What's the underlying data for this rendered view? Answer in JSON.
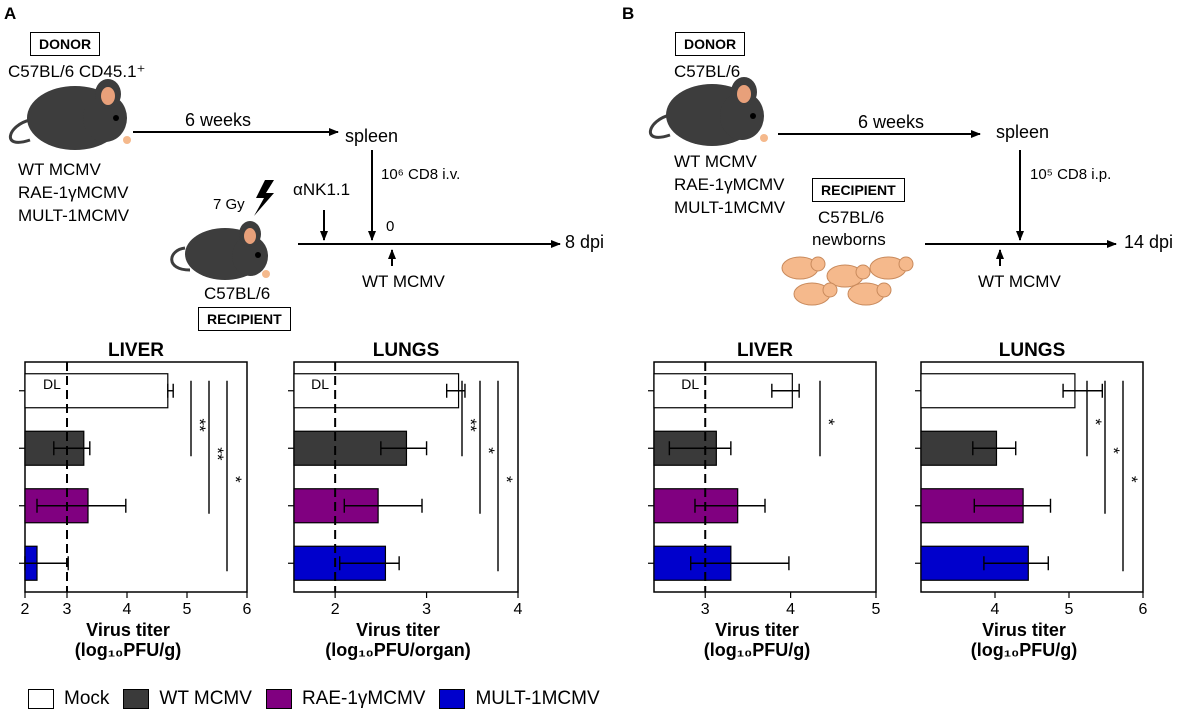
{
  "colors": {
    "mock": "#ffffff",
    "wt": "#3a3a3a",
    "rae": "#800080",
    "mult": "#0000cc",
    "mouse_dark": "#3d3d3d",
    "mouse_pink": "#f5b98c",
    "ear": "#e8a07a"
  },
  "panelA": {
    "letter": "A",
    "donor_label": "DONOR",
    "donor_strain": "C57BL/6 CD45.1⁺",
    "virus_lines": [
      "WT MCMV",
      "RAE-1γMCMV",
      "MULT-1MCMV"
    ],
    "weeks": "6 weeks",
    "spleen": "spleen",
    "transfer": "10⁶ CD8 i.v.",
    "irradiation": "7 Gy",
    "antibody": "αNK1.1",
    "day0": "0",
    "endpoint": "8 dpi",
    "infection": "WT MCMV",
    "recipient_strain": "C57BL/6",
    "recipient_label": "RECIPIENT"
  },
  "panelB": {
    "letter": "B",
    "donor_label": "DONOR",
    "donor_strain": "C57BL/6",
    "virus_lines": [
      "WT MCMV",
      "RAE-1γMCMV",
      "MULT-1MCMV"
    ],
    "weeks": "6 weeks",
    "spleen": "spleen",
    "transfer": "10⁵ CD8 i.p.",
    "recipient_label": "RECIPIENT",
    "recipient_strain": "C57BL/6",
    "recipient_age": "newborns",
    "endpoint": "14 dpi",
    "infection": "WT MCMV"
  },
  "legend": [
    {
      "label": "Mock",
      "color": "#ffffff"
    },
    {
      "label": "WT MCMV",
      "color": "#3a3a3a"
    },
    {
      "label": "RAE-1γMCMV",
      "color": "#800080"
    },
    {
      "label": "MULT-1MCMV",
      "color": "#0000cc"
    }
  ],
  "chart_data": [
    {
      "type": "bar",
      "title": "LIVER",
      "xlabel_line1": "Virus titer",
      "xlabel_line2": "(log₁₀PFU/g)",
      "xlim": [
        2.3,
        6
      ],
      "ticks": [
        2,
        3,
        4,
        5,
        6
      ],
      "tick_labels": [
        "2",
        "3",
        "4",
        "5",
        "6"
      ],
      "dl": 3,
      "dl_label": "DL",
      "categories": [
        "Mock",
        "WT MCMV",
        "RAE-1γMCMV",
        "MULT-1MCMV"
      ],
      "values": [
        4.68,
        3.28,
        3.35,
        2.5
      ],
      "err_low": [
        4.68,
        2.78,
        2.5,
        2.3
      ],
      "err_high": [
        4.77,
        3.38,
        3.98,
        3.02
      ],
      "sig": [
        {
          "from": 0,
          "to": 1,
          "label": "**"
        },
        {
          "from": 0,
          "to": 2,
          "label": "**"
        },
        {
          "from": 0,
          "to": 3,
          "label": "*"
        }
      ]
    },
    {
      "type": "bar",
      "title": "LUNGS",
      "xlabel_line1": "Virus titer",
      "xlabel_line2": "(log₁₀PFU/organ)",
      "xlim": [
        1.55,
        4
      ],
      "ticks": [
        2,
        3,
        4
      ],
      "tick_labels": [
        "2",
        "3",
        "4"
      ],
      "dl": 2,
      "dl_label": "DL",
      "categories": [
        "Mock",
        "WT MCMV",
        "RAE-1γMCMV",
        "MULT-1MCMV"
      ],
      "values": [
        3.35,
        2.78,
        2.47,
        2.55
      ],
      "err_low": [
        3.22,
        2.5,
        2.1,
        2.05
      ],
      "err_high": [
        3.42,
        3.0,
        2.95,
        2.7
      ],
      "sig": [
        {
          "from": 0,
          "to": 1,
          "label": "**"
        },
        {
          "from": 0,
          "to": 2,
          "label": "*"
        },
        {
          "from": 0,
          "to": 3,
          "label": "*"
        }
      ]
    },
    {
      "type": "bar",
      "title": "LIVER",
      "xlabel_line1": "Virus titer",
      "xlabel_line2": "(log₁₀PFU/g)",
      "xlim": [
        2.4,
        5
      ],
      "ticks": [
        3,
        4,
        5
      ],
      "tick_labels": [
        "3",
        "4",
        "5"
      ],
      "dl": 3,
      "dl_label": "DL",
      "categories": [
        "Mock",
        "WT MCMV",
        "RAE-1γMCMV",
        "MULT-1MCMV"
      ],
      "values": [
        4.02,
        3.13,
        3.38,
        3.3
      ],
      "err_low": [
        3.78,
        2.58,
        2.88,
        2.83
      ],
      "err_high": [
        4.1,
        3.3,
        3.7,
        3.98
      ],
      "sig": [
        {
          "from": 0,
          "to": 1,
          "label": "*"
        }
      ]
    },
    {
      "type": "bar",
      "title": "LUNGS",
      "xlabel_line1": "Virus titer",
      "xlabel_line2": "(log₁₀PFU/g)",
      "xlim": [
        3,
        6
      ],
      "ticks": [
        4,
        5,
        6
      ],
      "tick_labels": [
        "4",
        "5",
        "6"
      ],
      "categories": [
        "Mock",
        "WT MCMV",
        "RAE-1γMCMV",
        "MULT-1MCMV"
      ],
      "values": [
        5.08,
        4.02,
        4.38,
        4.45
      ],
      "err_low": [
        4.92,
        3.7,
        3.72,
        3.85
      ],
      "err_high": [
        5.45,
        4.28,
        4.75,
        4.72
      ],
      "sig": [
        {
          "from": 0,
          "to": 1,
          "label": "*"
        },
        {
          "from": 0,
          "to": 2,
          "label": "*"
        },
        {
          "from": 0,
          "to": 3,
          "label": "*"
        }
      ]
    }
  ]
}
